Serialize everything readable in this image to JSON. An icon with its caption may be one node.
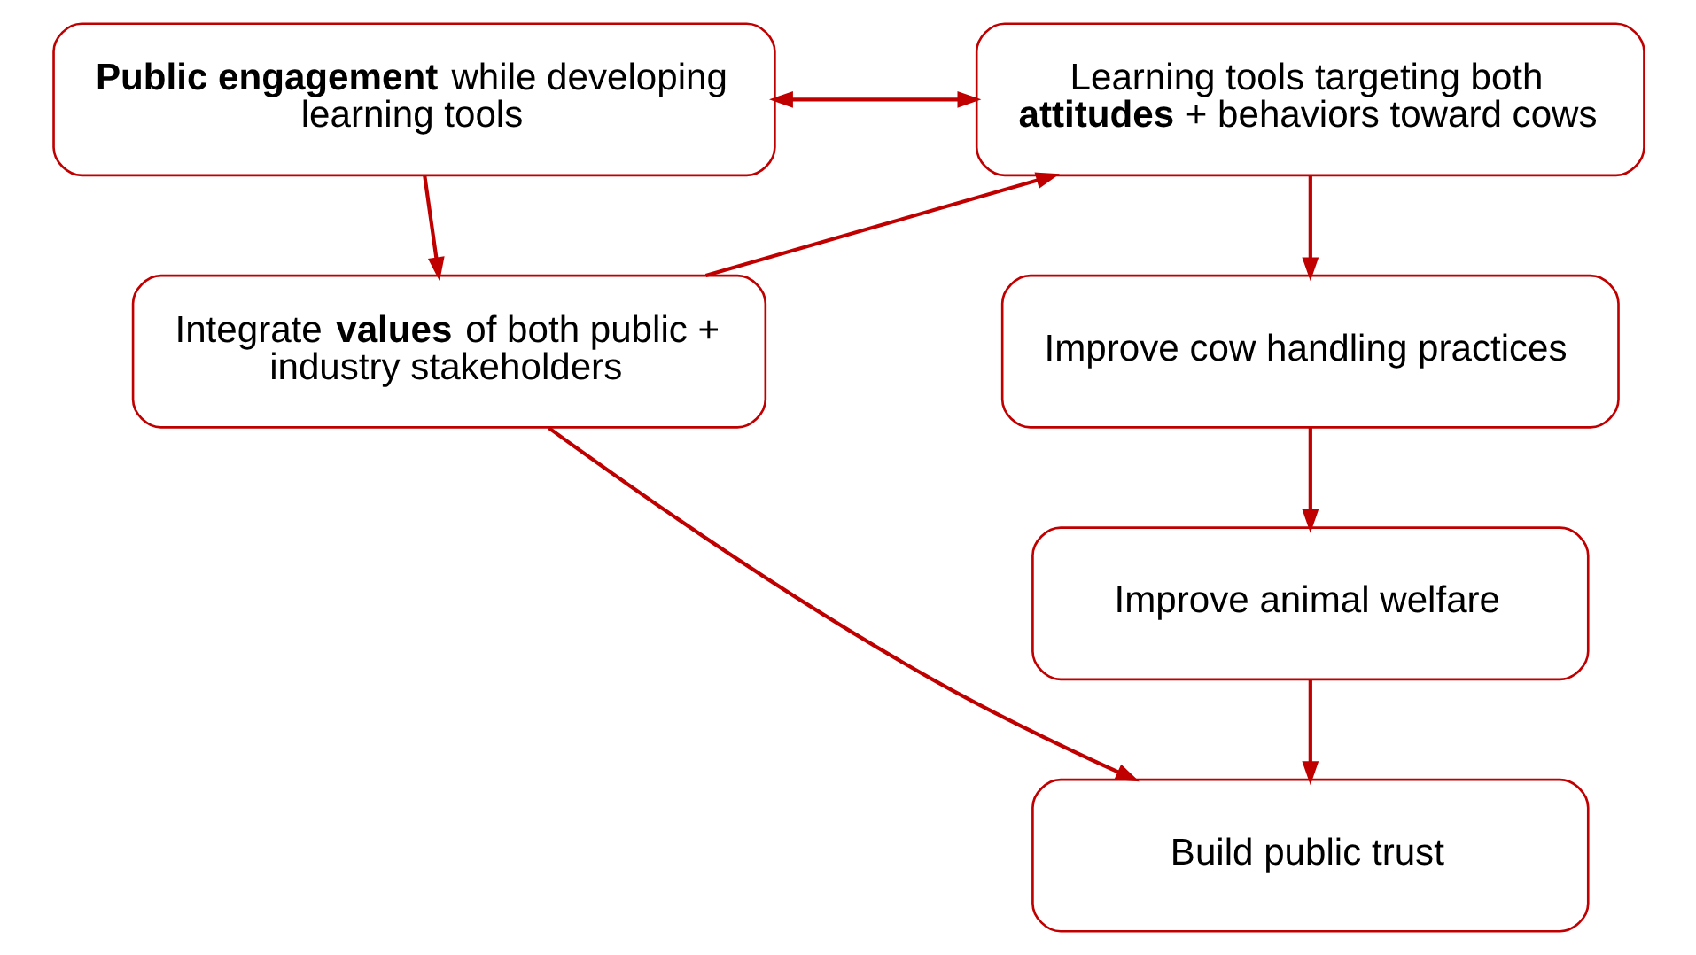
{
  "diagram": {
    "nodes": [
      {
        "text": [
          "**Public engagement** while developing learning tools"
        ]
      },
      {
        "text": [
          "Learning tools targeting both **attitudes** + behaviors toward cows"
        ]
      },
      {
        "text": [
          "Integrate **values** of both public + industry stakeholders"
        ]
      },
      {
        "text": [
          "Improve cow handling practices"
        ]
      },
      {
        "text": [
          "Improve animal welfare"
        ]
      },
      {
        "text": [
          "Build public trust"
        ]
      }
    ],
    "edges": [
      {
        "from": 0,
        "to": 1,
        "arrow": "both"
      },
      {
        "from": 0,
        "to": 2,
        "arrow": "to"
      },
      {
        "from": 2,
        "to": 1,
        "arrow": "to"
      },
      {
        "from": 1,
        "to": 3,
        "arrow": "to"
      },
      {
        "from": 3,
        "to": 4,
        "arrow": "to"
      },
      {
        "from": 4,
        "to": 5,
        "arrow": "to"
      },
      {
        "from": 2,
        "to": 5,
        "arrow": "to"
      }
    ]
  }
}
